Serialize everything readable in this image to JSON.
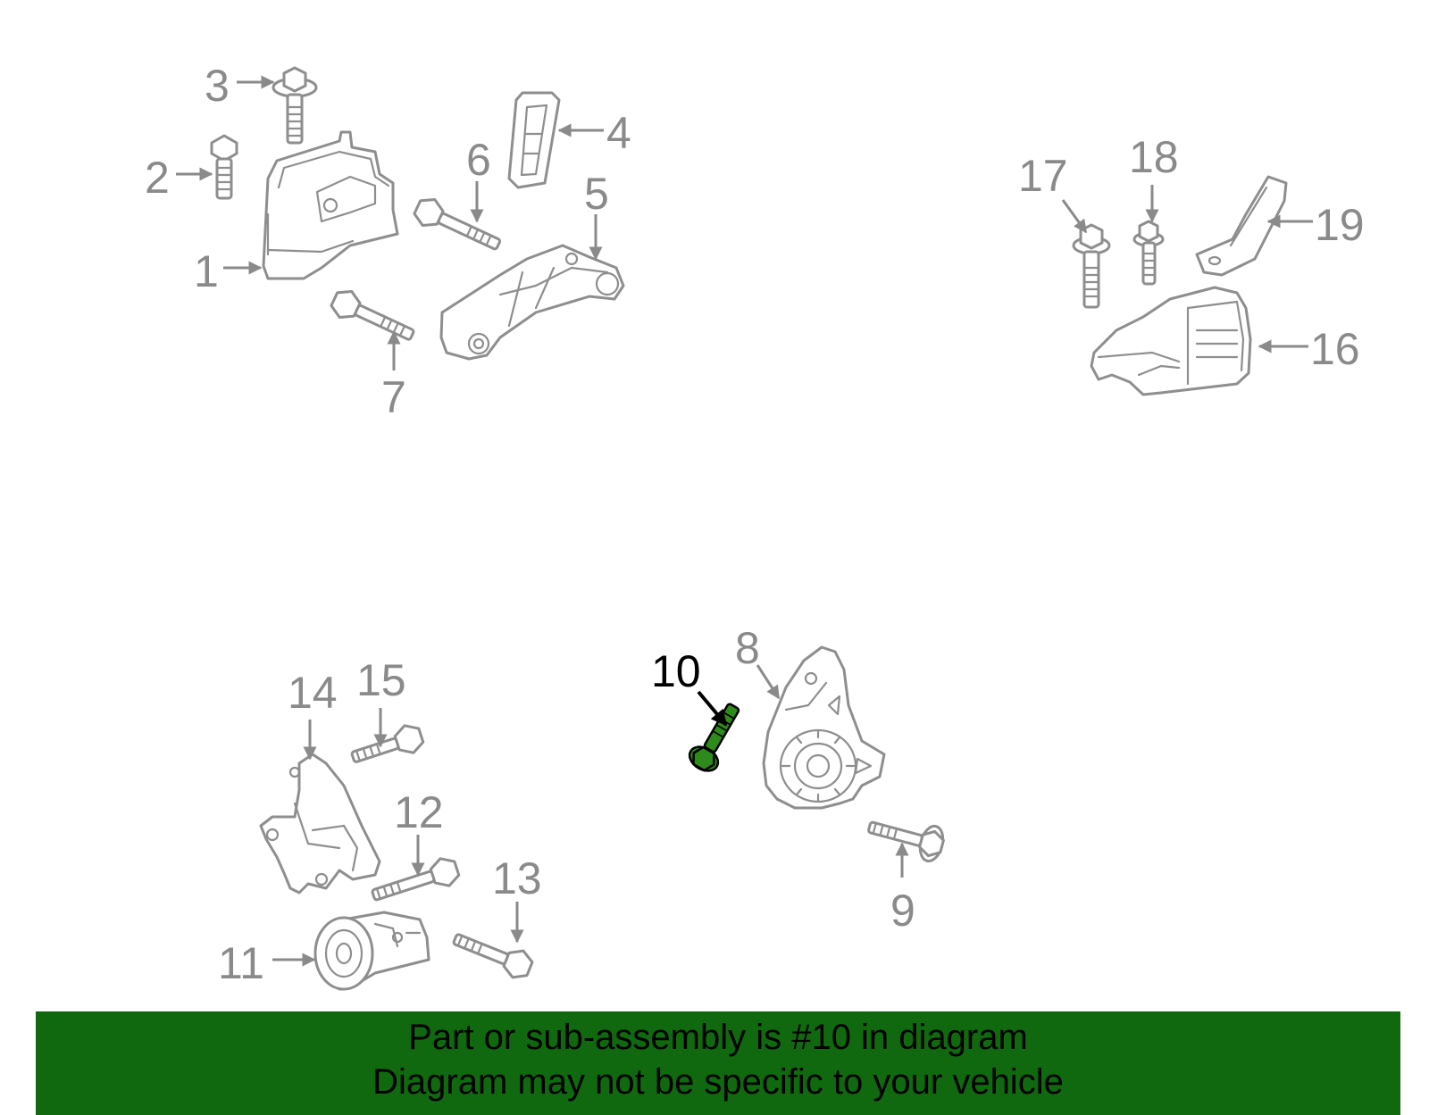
{
  "diagram": {
    "labels": [
      "1",
      "2",
      "3",
      "4",
      "5",
      "6",
      "7",
      "8",
      "9",
      "10",
      "11",
      "12",
      "13",
      "14",
      "15",
      "16",
      "17",
      "18",
      "19"
    ],
    "highlighted_label": "10",
    "colors": {
      "label": "#8a8a8a",
      "outline": "#8e8e8e",
      "highlight_part": "#2f8a1c",
      "highlight_label": "#000000"
    }
  },
  "banner": {
    "line1": "Part or sub-assembly is #10 in diagram",
    "line2": "Diagram may not be specific to your vehicle",
    "background": "#11690f"
  }
}
